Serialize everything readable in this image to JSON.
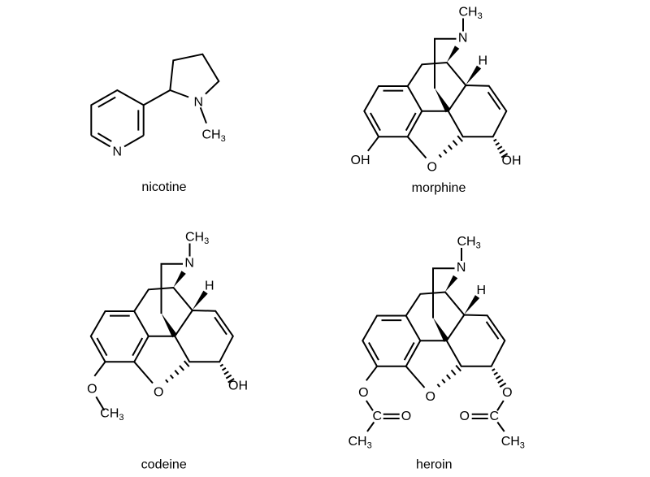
{
  "figure": {
    "description": "structural formulas of four alkaloid molecules",
    "colors": {
      "background": "#ffffff",
      "ink": "#000000"
    }
  },
  "molecules": {
    "nicotine": {
      "name": "nicotine"
    },
    "morphine": {
      "name": "morphine"
    },
    "codeine": {
      "name": "codeine"
    },
    "heroin": {
      "name": "heroin"
    }
  },
  "atoms": {
    "nitrogen": "N",
    "oxygen": "O",
    "hydroxyl": "OH",
    "hydrogen": "H",
    "carbon": "C",
    "methyl": "CH",
    "methyl_subscript": "3"
  }
}
